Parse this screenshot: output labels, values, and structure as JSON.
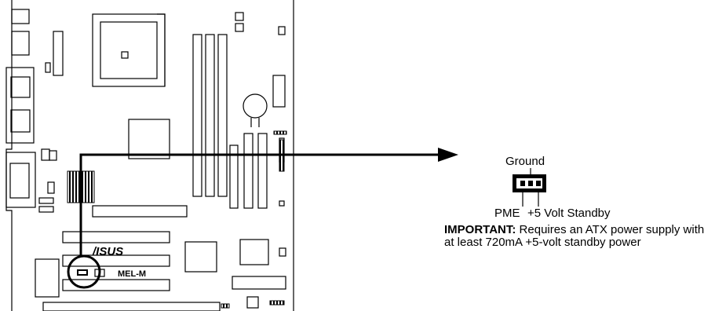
{
  "board": {
    "brand": "/ISUS",
    "model": "MEL-M"
  },
  "connector": {
    "top_label": "Ground",
    "left_label": "PME",
    "right_label": "+5 Volt Standby"
  },
  "note": {
    "heading": "IMPORTANT:",
    "text": " Requires an ATX power supply with at least 720mA +5-volt standby power"
  }
}
